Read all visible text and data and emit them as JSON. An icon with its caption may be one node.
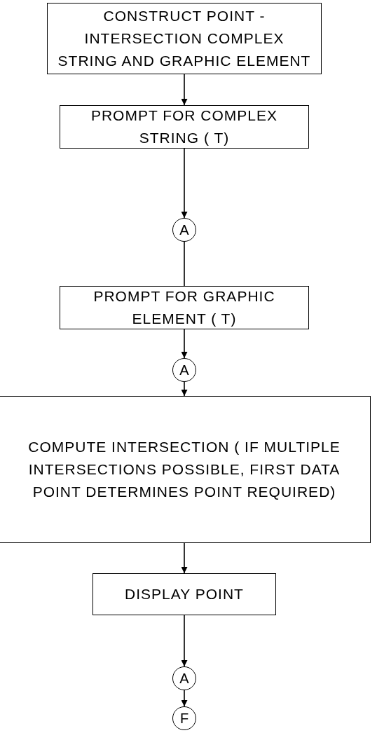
{
  "diagram": {
    "nodes": [
      {
        "text": [
          "CONSTRUCT POINT - INTERSECTION COMPLEX STRING AND GRAPHIC ELEMENT"
        ]
      },
      {
        "text": [
          "PROMPT FOR COMPLEX STRING ( T)"
        ]
      },
      {
        "text": [
          "A"
        ]
      },
      {
        "text": [
          "PROMPT FOR GRAPHIC ELEMENT ( T)"
        ]
      },
      {
        "text": [
          "A"
        ]
      },
      {
        "text": [
          "COMPUTE INTERSECTION ( IF MULTIPLE INTERSECTIONS POSSIBLE, FIRST DATA POINT DETERMINES POINT REQUIRED)"
        ]
      },
      {
        "text": [
          "DISPLAY POINT"
        ]
      },
      {
        "text": [
          "A"
        ]
      },
      {
        "text": [
          "F"
        ]
      }
    ],
    "edges": [
      {
        "from": 0,
        "to": 1,
        "arrow": "to"
      },
      {
        "from": 1,
        "to": 2,
        "arrow": "to"
      },
      {
        "from": 2,
        "to": 3,
        "arrow": "none"
      },
      {
        "from": 3,
        "to": 4,
        "arrow": "to"
      },
      {
        "from": 4,
        "to": 5,
        "arrow": "to"
      },
      {
        "from": 5,
        "to": 6,
        "arrow": "to"
      },
      {
        "from": 6,
        "to": 7,
        "arrow": "to"
      },
      {
        "from": 7,
        "to": 8,
        "arrow": "to"
      }
    ]
  }
}
